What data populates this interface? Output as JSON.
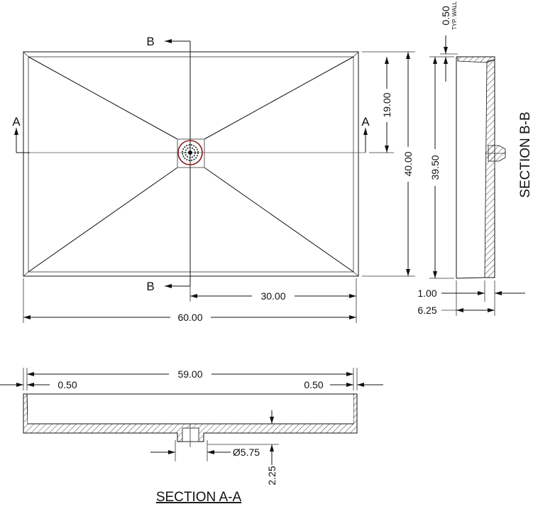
{
  "plan_view": {
    "section_marks": {
      "a_left": "A",
      "a_right": "A",
      "b_top": "B",
      "b_bottom": "B"
    },
    "dimensions": {
      "drain_offset_vertical": "19.00",
      "overall_depth": "40.00",
      "drain_offset_horizontal": "30.00",
      "overall_width": "60.00"
    },
    "drain_color": "#8b1a1a"
  },
  "section_b": {
    "title": "SECTION B-B",
    "dimensions": {
      "wall": "0.50",
      "wall_note": "TYP. WALL",
      "inner_depth": "39.50",
      "slope": "1.00",
      "height": "6.25"
    }
  },
  "section_a": {
    "title": "SECTION A-A",
    "dimensions": {
      "inner_width": "59.00",
      "left_wall": "0.50",
      "right_wall": "0.50",
      "drain_diameter": "Ø5.75",
      "drain_depth": "2.25"
    }
  }
}
